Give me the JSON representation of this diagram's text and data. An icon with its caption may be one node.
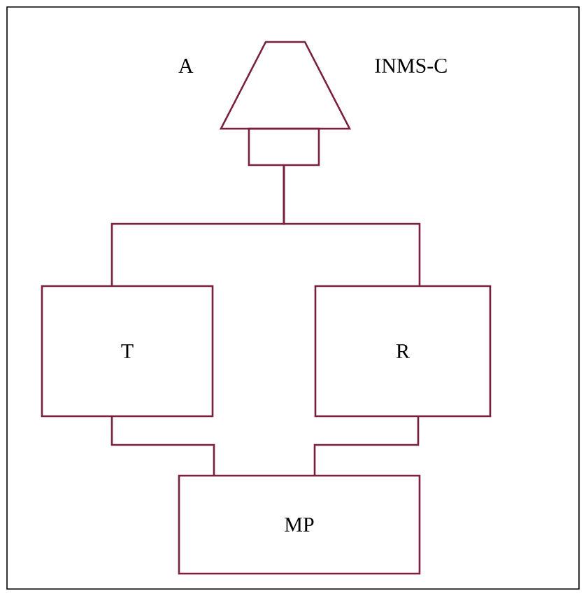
{
  "diagram": {
    "nodes": [
      {
        "text": [],
        "shape": "trapezoid",
        "beside": [
          "A",
          "INMS-C"
        ]
      },
      {
        "text": [],
        "shape": "box"
      },
      {
        "text": [
          "T"
        ]
      },
      {
        "text": [
          "R"
        ]
      },
      {
        "text": [
          "MP"
        ]
      }
    ],
    "edges": [
      {
        "from": 1,
        "to": 2,
        "arrow": "none"
      },
      {
        "from": 1,
        "to": 3,
        "arrow": "none"
      },
      {
        "from": 2,
        "to": 4,
        "arrow": "none"
      },
      {
        "from": 3,
        "to": 4,
        "arrow": "none"
      }
    ]
  }
}
